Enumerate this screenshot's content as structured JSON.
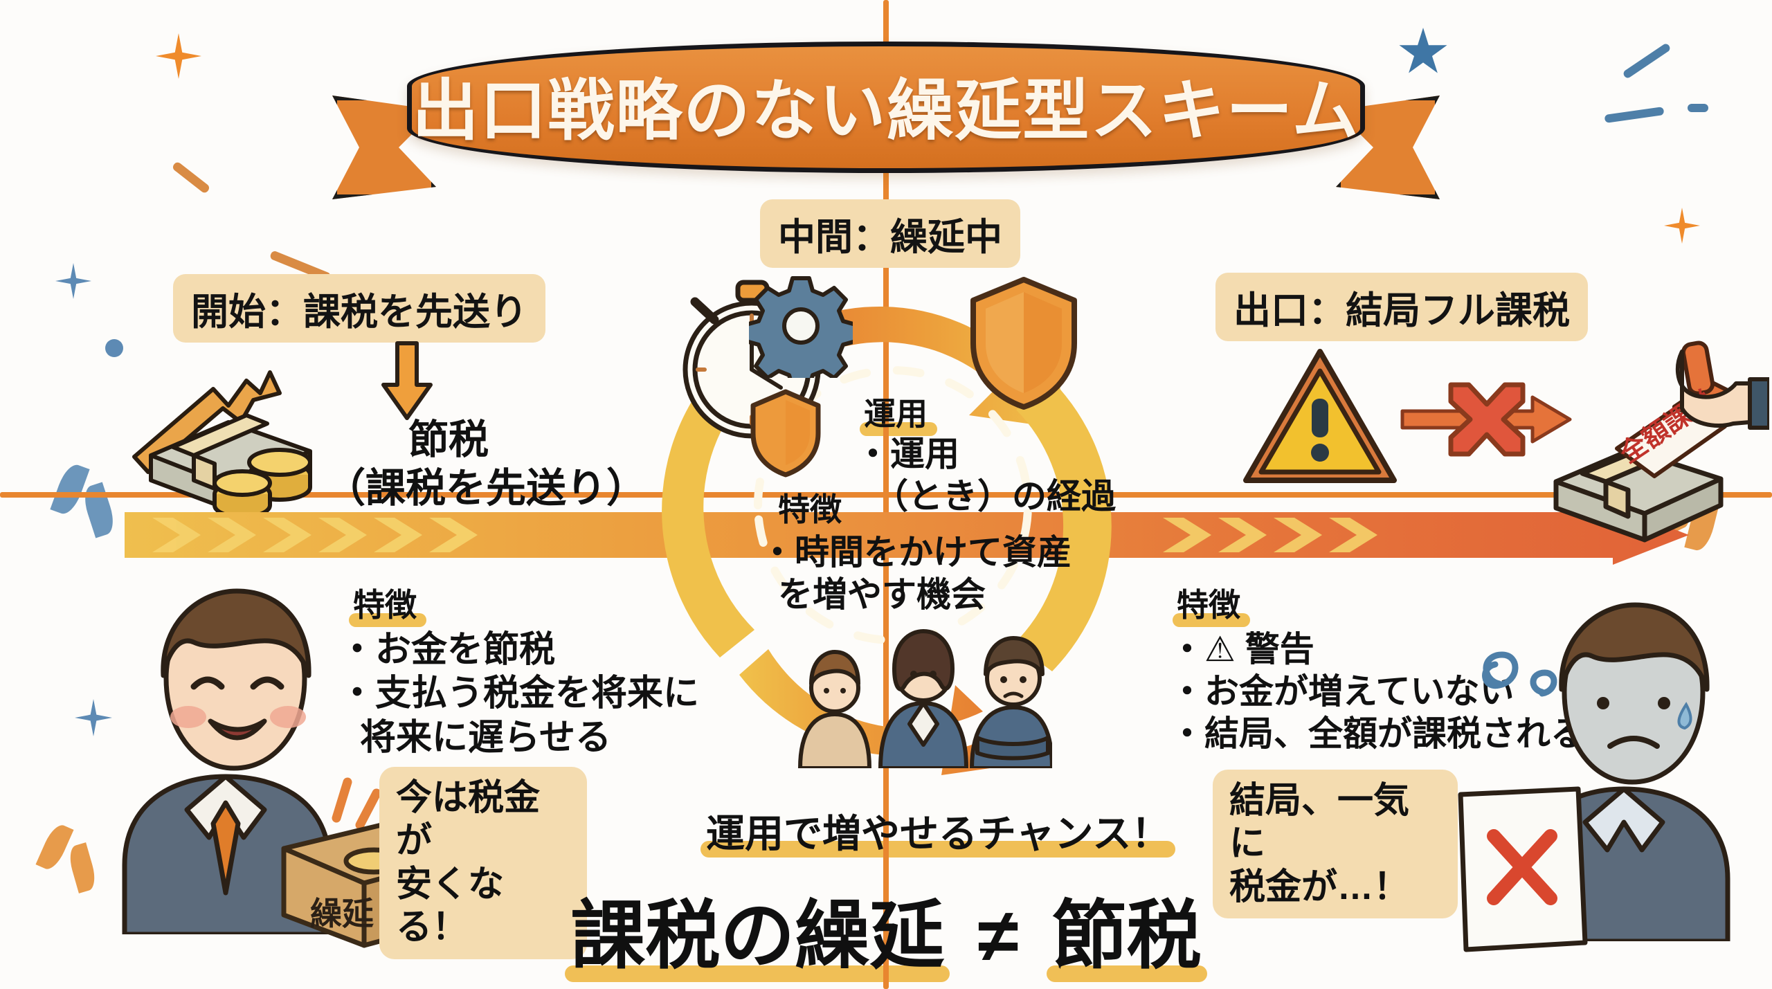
{
  "banner": {
    "title": "出口戦略のない繰延型スキーム"
  },
  "sections": {
    "start": {
      "header": "開始：課税を先送り",
      "arrow_icon": "down-arrow-icon",
      "money_icon": "money-stack-icon",
      "result_line1": "節税",
      "result_line2": "（課税を先送り）",
      "features_label": "特徴",
      "features": [
        "・お金を節税",
        "・支払う税金を将来に",
        "将来に遅らせる"
      ],
      "bubble": "今は税金が\n安くなる！",
      "bubble_line1": "今は税金が",
      "bubble_line2": "安くなる！",
      "box_label": "繰延",
      "character": "happy-businessman-icon"
    },
    "middle": {
      "header": "中間：繰延中",
      "stopwatch_icon": "stopwatch-icon",
      "gear_icon": "gear-icon",
      "shield_icon": "shield-icon",
      "operation_label": "運用",
      "operation_items": [
        "・運用",
        "（とき）の経過"
      ],
      "features_label": "特徴",
      "features": [
        "・時間をかけて資産",
        "を増やす機会"
      ],
      "caption": "運用で増やせるチャンス！",
      "people_icon": "people-group-icon"
    },
    "exit": {
      "header": "出口：結局フル課税",
      "warning_icon": "warning-triangle-icon",
      "cross_icon": "red-cross-icon",
      "stamp_icon": "stamp-hand-icon",
      "stamp_label": "全額課税",
      "features_label": "特徴",
      "features": [
        "・⚠ 警告",
        "・お金が増えていない",
        "・結局、全額が課税される"
      ],
      "feature_warning_prefix": "・",
      "feature_warning_text": "警告",
      "bubble_line1": "結局、一気に",
      "bubble_line2": "税金が…！",
      "character": "worried-businessman-icon",
      "paper_icon": "paper-with-x-icon"
    }
  },
  "bottom_statement": {
    "part1": "課税の繰延",
    "operator": "≠",
    "part2": "節税"
  },
  "colors": {
    "banner_orange": "#e07c2c",
    "pill_beige": "#f4dcb0",
    "highlight_yellow": "#f0bf56",
    "arrow_orange": "#e5733a",
    "arrow_yellow": "#f0c14b",
    "warning_yellow": "#f2c12e",
    "cross_red": "#e05a3a",
    "blue_accent": "#4a7fa5",
    "text_black": "#111111"
  }
}
